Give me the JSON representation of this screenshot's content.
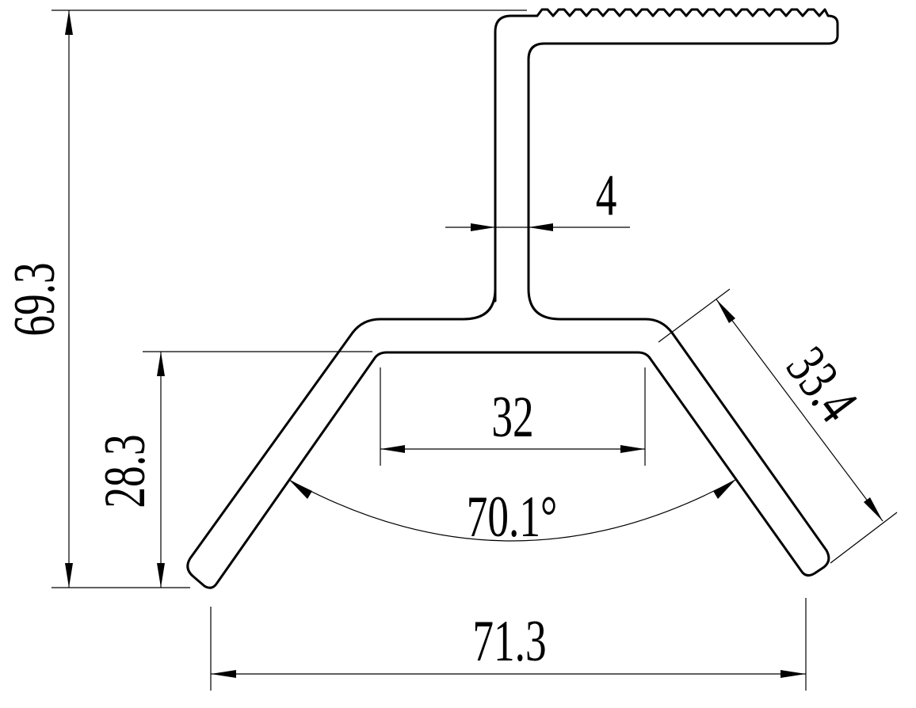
{
  "drawing": {
    "title": "Aluminum extrusion profile cross-section",
    "units": "mm",
    "stroke_color": "#000000",
    "background_color": "#ffffff"
  },
  "dimensions": {
    "overall_height": {
      "value": "69.3",
      "orientation": "vertical"
    },
    "leg_height": {
      "value": "28.3",
      "orientation": "vertical"
    },
    "stem_thickness": {
      "value": "4",
      "orientation": "horizontal"
    },
    "inner_top_width": {
      "value": "32",
      "orientation": "horizontal"
    },
    "leg_length": {
      "value": "33.4",
      "orientation": "aligned"
    },
    "included_angle": {
      "value": "70.1°",
      "orientation": "angular"
    },
    "overall_width": {
      "value": "71.3",
      "orientation": "horizontal"
    }
  },
  "features": {
    "top_flange_serrations": 17,
    "profile_shape": "inverted-V base with vertical stem and serrated top flange"
  }
}
